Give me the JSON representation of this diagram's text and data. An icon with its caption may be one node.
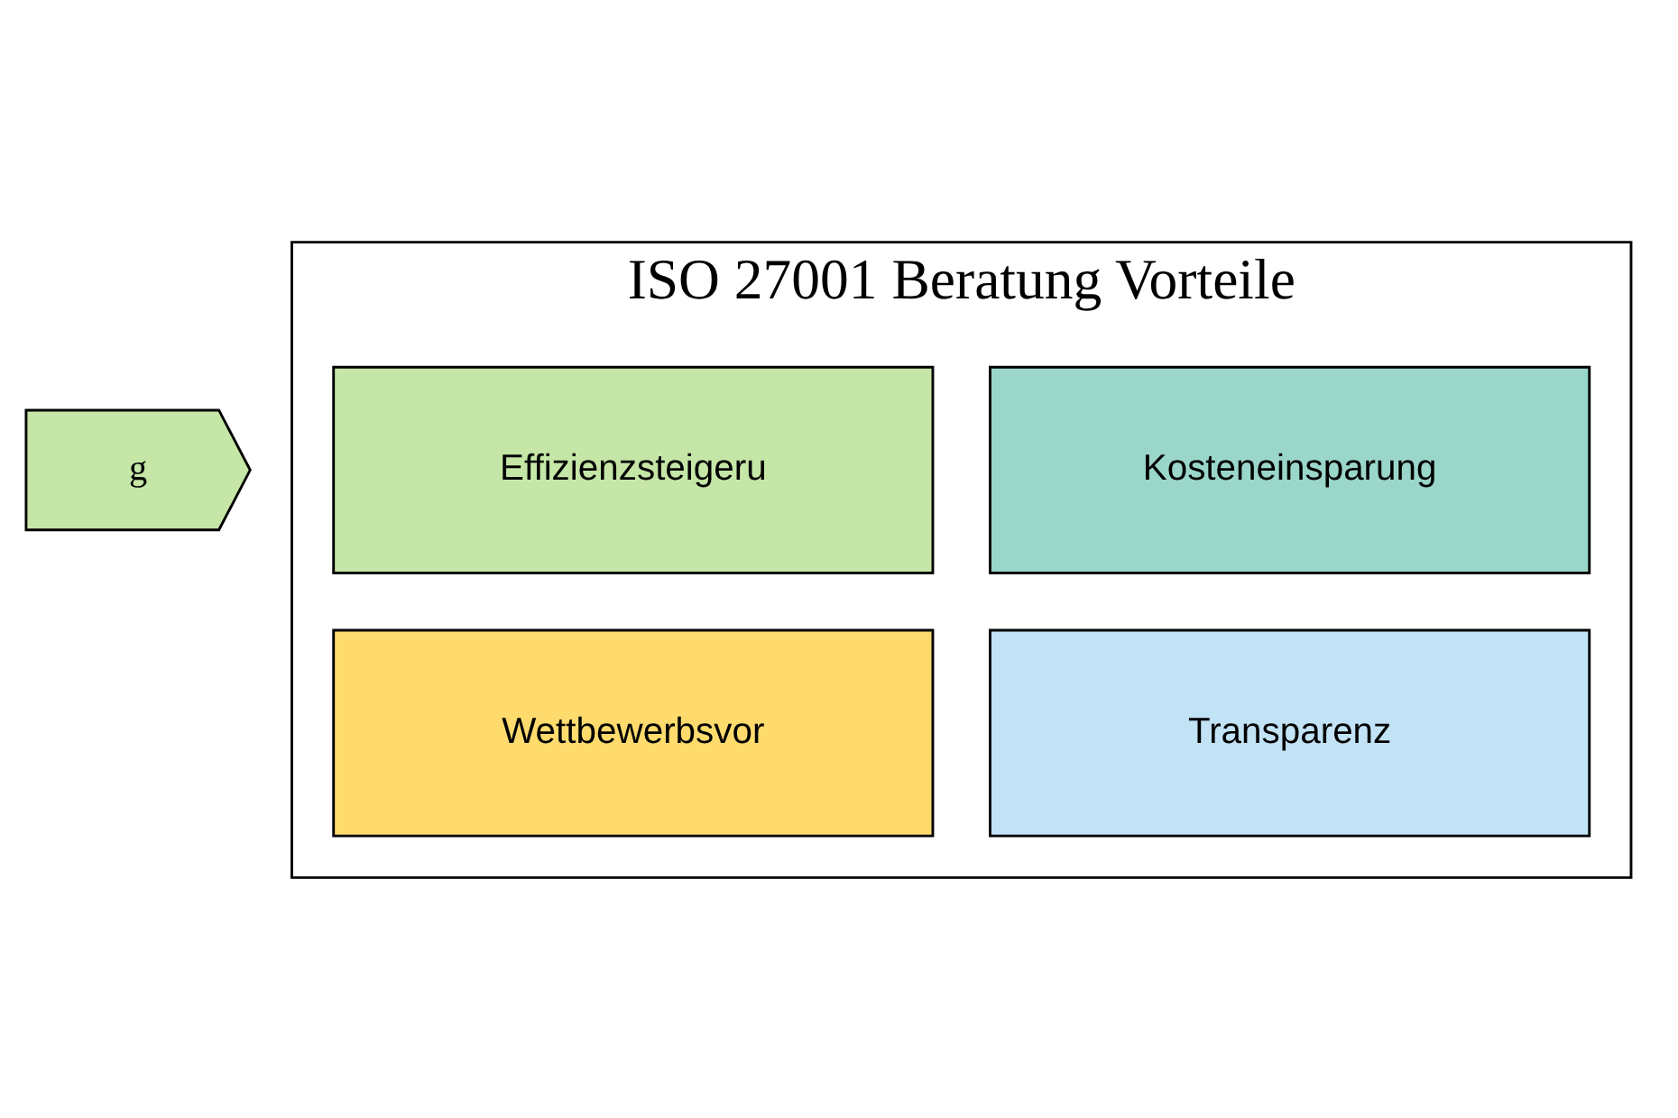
{
  "diagram": {
    "nodes": [
      {
        "text": [
          "g"
        ]
      },
      {
        "text": [
          "ISO 27001 Beratung Vorteile"
        ]
      },
      {
        "text": [
          "Kosteneinsparung"
        ],
        "in": 1
      },
      {
        "text": [
          "Effizienzsteigeru"
        ],
        "in": 1
      },
      {
        "text": [
          "Transparenz"
        ],
        "in": 1
      },
      {
        "text": [
          "Wettbewerbsvor"
        ],
        "in": 1
      }
    ],
    "edges": []
  }
}
